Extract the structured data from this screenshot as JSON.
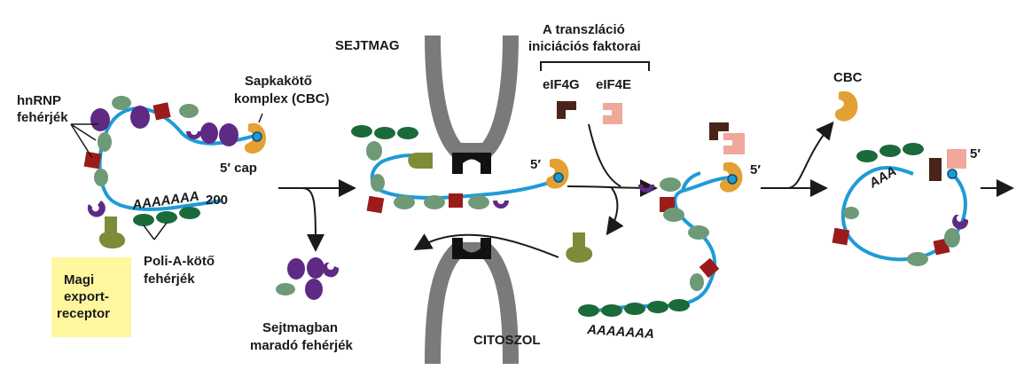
{
  "labels": {
    "hnrnp_line1": "hnRNP",
    "hnrnp_line2": "fehérjék",
    "cbc_line1": "Sapkakötő",
    "cbc_line2": "komplex (CBC)",
    "cap": "5′ cap",
    "length": "200",
    "polyA_seq": "AAAAAAA",
    "polyA_binding_line1": "Poli-A-kötő",
    "polyA_binding_line2": "fehérjék",
    "export_line1": "Magi",
    "export_line2": "export-",
    "export_line3": "receptor",
    "nucleus": "SEJTMAG",
    "cytosol": "CITOSZOL",
    "retained_line1": "Sejtmagban",
    "retained_line2": "maradó fehérjék",
    "five_prime": "5′",
    "init_factors_line1": "A transzláció",
    "init_factors_line2": "iniciációs faktorai",
    "eif4g": "eIF4G",
    "eif4e": "eIF4E",
    "cbc": "CBC",
    "circle_polyA": "AAA"
  },
  "colors": {
    "rna": "#1e9bd7",
    "hnrnp": "#5e2a84",
    "green_protein": "#6f9a78",
    "dark_green": "#1b6b3a",
    "red_protein": "#9b1b1b",
    "cbc": "#e3a033",
    "export_receptor": "#7d8c38",
    "pore": "#7a7a7a",
    "eif4g": "#4a2418",
    "eif4e": "#f0a89a",
    "highlight_box": "#fff7a0"
  }
}
